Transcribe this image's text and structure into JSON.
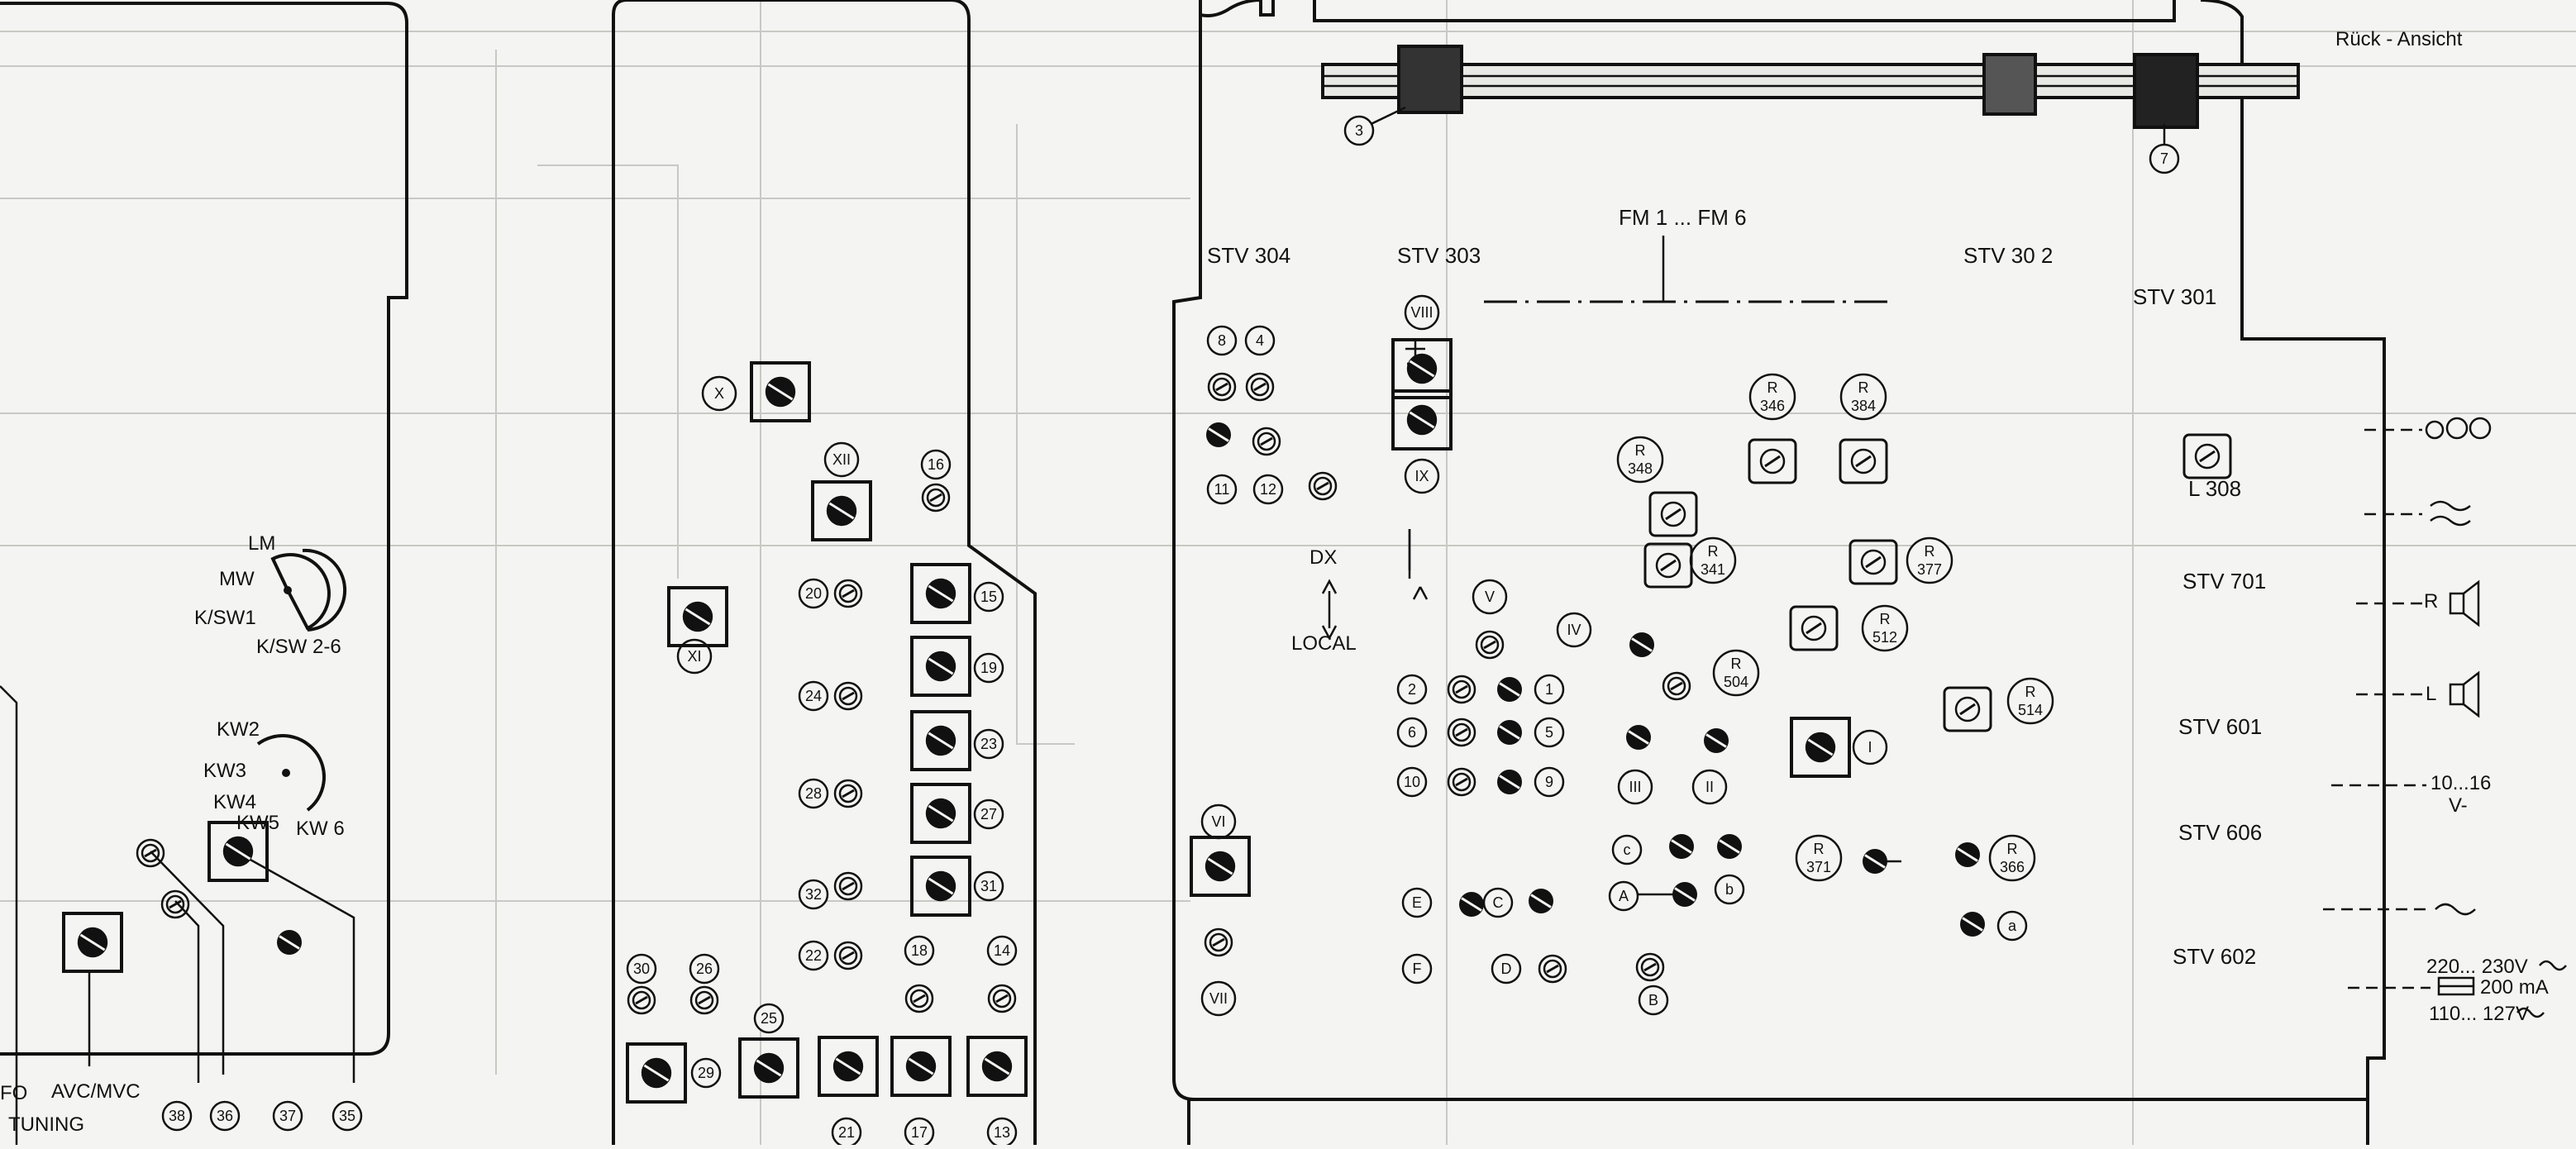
{
  "title": "Rück - Ansicht",
  "connectors": [
    "STV 304",
    "STV 303",
    "FM 1 ... FM 6",
    "STV 30 2",
    "STV 301",
    "STV 701",
    "STV 601",
    "STV 606",
    "STV 602"
  ],
  "coil": "L 308",
  "switch_left": {
    "lm": "LM",
    "mw": "MW",
    "ksw1": "K/SW1",
    "ksw26": "K/SW 2-6"
  },
  "switch_kw": {
    "kw2": "KW2",
    "kw3": "KW3",
    "kw4": "KW4",
    "kw5": "KW5",
    "kw6": "KW 6"
  },
  "bottom_labels": {
    "fo": "FO",
    "tuning": "TUNING",
    "avc": "AVC/MVC"
  },
  "dx_local": {
    "dx": "DX",
    "local": "LOCAL"
  },
  "right_labels": {
    "r": "R",
    "l": "L",
    "supply": "10...16",
    "supply_unit": "V-",
    "mains_a": "220... 230V",
    "fuse": "200 mA",
    "mains_b": "110... 127V"
  },
  "numbered": [
    "3",
    "7",
    "8",
    "4",
    "11",
    "12",
    "2",
    "1",
    "6",
    "5",
    "10",
    "9",
    "16",
    "15",
    "19",
    "20",
    "23",
    "24",
    "27",
    "28",
    "31",
    "32",
    "22",
    "18",
    "14",
    "30",
    "26",
    "25",
    "29",
    "21",
    "17",
    "13",
    "36",
    "37",
    "38",
    "35"
  ],
  "roman": [
    "VIII",
    "IX",
    "V",
    "IV",
    "III",
    "II",
    "I",
    "VI",
    "VII",
    "X",
    "XI",
    "XII"
  ],
  "letters": [
    "a",
    "b",
    "c",
    "A",
    "B",
    "C",
    "D",
    "E",
    "F"
  ],
  "resistors": [
    "R 346",
    "R 384",
    "R 348",
    "R 341",
    "R 377",
    "R 512",
    "R 504",
    "R 514",
    "R 371",
    "R 366"
  ]
}
